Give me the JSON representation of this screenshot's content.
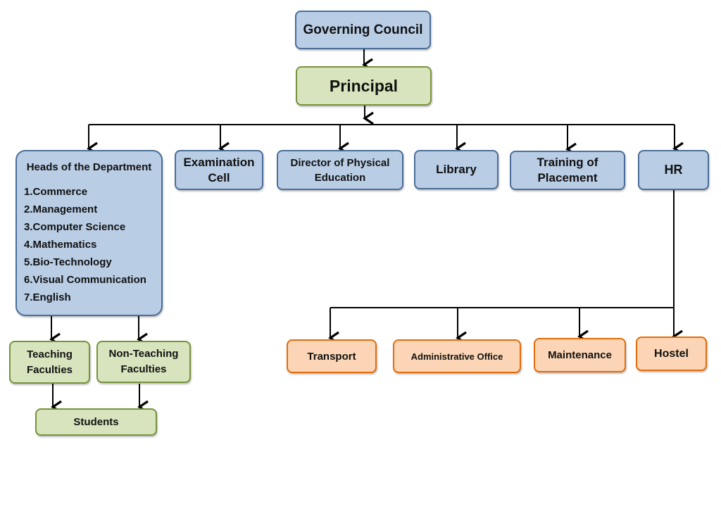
{
  "diagram": {
    "governing_council": "Governing Council",
    "principal": "Principal",
    "departments": {
      "title": "Heads of the Department",
      "items": [
        "1.Commerce",
        "2.Management",
        "3.Computer Science",
        "4.Mathematics",
        "5.Bio-Technology",
        "6.Visual Communication",
        "7.English"
      ]
    },
    "examination_cell": [
      "Examination",
      "Cell"
    ],
    "director_pe": [
      "Director of Physical",
      "Education"
    ],
    "library": "Library",
    "training": [
      "Training of",
      "Placement"
    ],
    "hr": "HR",
    "teaching": [
      "Teaching",
      "Faculties"
    ],
    "non_teaching": [
      "Non-Teaching",
      "Faculties"
    ],
    "students": "Students",
    "transport": "Transport",
    "admin_office": "Administrative Office",
    "maintenance": "Maintenance",
    "hostel": "Hostel"
  },
  "colors": {
    "blue_fill": "#b9cde5",
    "green_fill": "#d7e4bd",
    "orange_fill": "#fbd5b5"
  }
}
